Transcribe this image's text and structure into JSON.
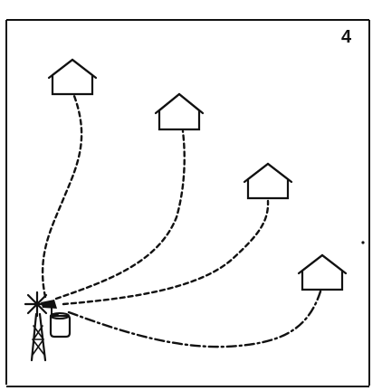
{
  "panel": {
    "number": "4"
  },
  "colors": {
    "ink": "#111111",
    "paper": "#ffffff"
  },
  "diagram": {
    "source": "windmill-water-tower",
    "houses": [
      "house-1",
      "house-2",
      "house-3",
      "house-4"
    ],
    "connection_style": "dashed"
  }
}
